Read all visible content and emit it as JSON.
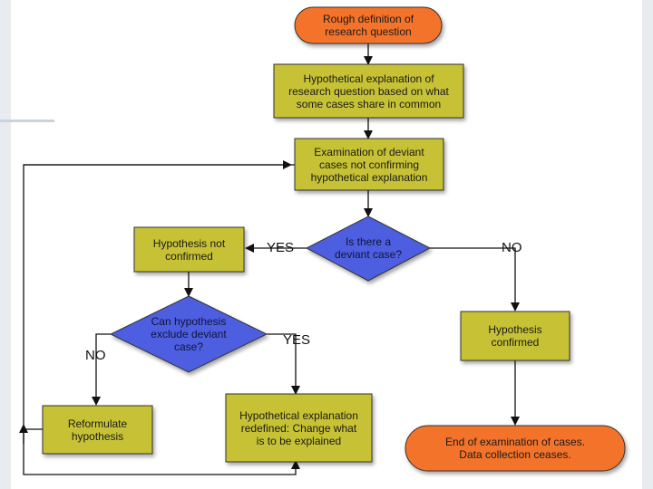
{
  "nodes": {
    "start": "Rough definition of\nresearch question",
    "hypothesis": "Hypothetical explanation of\nresearch question based on what\nsome cases share in common",
    "examination": "Examination of deviant\ncases not confirming\nhypothetical explanation",
    "deviant_decision": "Is there a\ndeviant case?",
    "not_confirmed": "Hypothesis not\nconfirmed",
    "exclude_decision": "Can hypothesis\nexclude deviant\ncase?",
    "confirmed": "Hypothesis\nconfirmed",
    "reformulate": "Reformulate\nhypothesis",
    "redefined": "Hypothetical explanation\nredefined: Change what\nis to be explained",
    "end": "End of examination of cases.\nData collection ceases."
  },
  "branches": {
    "deviant_yes": "YES",
    "deviant_no": "NO",
    "exclude_no": "NO",
    "exclude_yes": "YES"
  },
  "colors": {
    "terminal_fill": "#f4732a",
    "process_fill": "#c7c234",
    "decision_fill": "#4d5ee0",
    "border": "#333333"
  }
}
